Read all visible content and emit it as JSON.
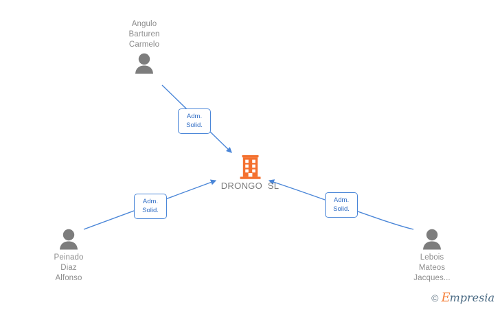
{
  "diagram": {
    "type": "company-relations-graph",
    "background_color": "#ffffff",
    "edge_color": "#4a86d8",
    "company_color": "#f4702e",
    "person_color": "#7d7d7d",
    "label_text_color": "#2f6cc4"
  },
  "company": {
    "name": "DRONGO  SL",
    "icon": "building-icon"
  },
  "people": [
    {
      "id": "angulo",
      "name": "Angulo\nBarturen\nCarmelo",
      "icon": "person-icon",
      "position": "top"
    },
    {
      "id": "peinado",
      "name": "Peinado\nDiaz\nAlfonso",
      "icon": "person-icon",
      "position": "bottom-left"
    },
    {
      "id": "lebois",
      "name": "Lebois\nMateos\nJacques...",
      "icon": "person-icon",
      "position": "bottom-right"
    }
  ],
  "relations": [
    {
      "id": "rel-angulo",
      "from": "angulo",
      "to": "company",
      "label": "Adm.\nSolid."
    },
    {
      "id": "rel-peinado",
      "from": "peinado",
      "to": "company",
      "label": "Adm.\nSolid."
    },
    {
      "id": "rel-lebois",
      "from": "lebois",
      "to": "company",
      "label": "Adm.\nSolid."
    }
  ],
  "watermark": {
    "copyright": "©",
    "brand_initial": "E",
    "brand_rest": "mpresia"
  }
}
